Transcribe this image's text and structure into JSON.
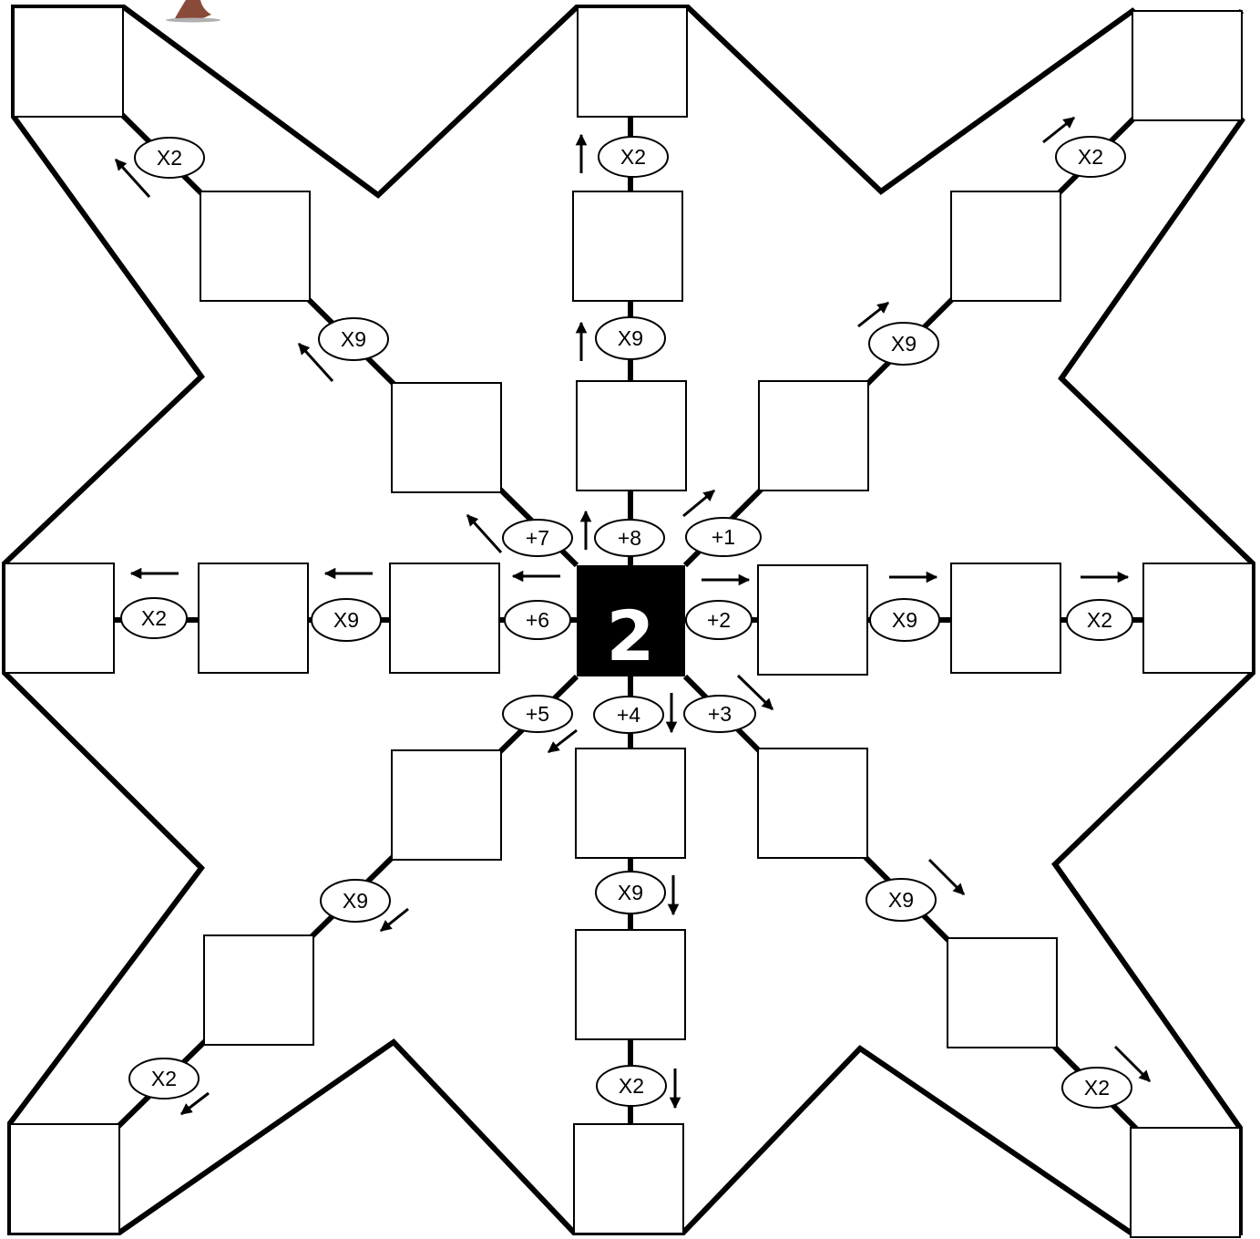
{
  "center": {
    "value": "2"
  },
  "arms": [
    {
      "direction": "up",
      "first_op": "+8",
      "second_op": "X9",
      "third_op": "X2"
    },
    {
      "direction": "up-right",
      "first_op": "+1",
      "second_op": "X9",
      "third_op": "X2"
    },
    {
      "direction": "right",
      "first_op": "+2",
      "second_op": "X9",
      "third_op": "X2"
    },
    {
      "direction": "down-right",
      "first_op": "+3",
      "second_op": "X9",
      "third_op": "X2"
    },
    {
      "direction": "down",
      "first_op": "+4",
      "second_op": "X9",
      "third_op": "X2"
    },
    {
      "direction": "down-left",
      "first_op": "+5",
      "second_op": "X9",
      "third_op": "X2"
    },
    {
      "direction": "left",
      "first_op": "+6",
      "second_op": "X9",
      "third_op": "X2"
    },
    {
      "direction": "up-left",
      "first_op": "+7",
      "second_op": "X9",
      "third_op": "X2"
    }
  ],
  "colors": {
    "line": "#000000",
    "center_fill": "#000000",
    "center_text": "#ffffff",
    "box_fill": "#ffffff"
  },
  "icons": {
    "direction_marker": "arrow-icon",
    "mascot": "mascot-figure"
  }
}
